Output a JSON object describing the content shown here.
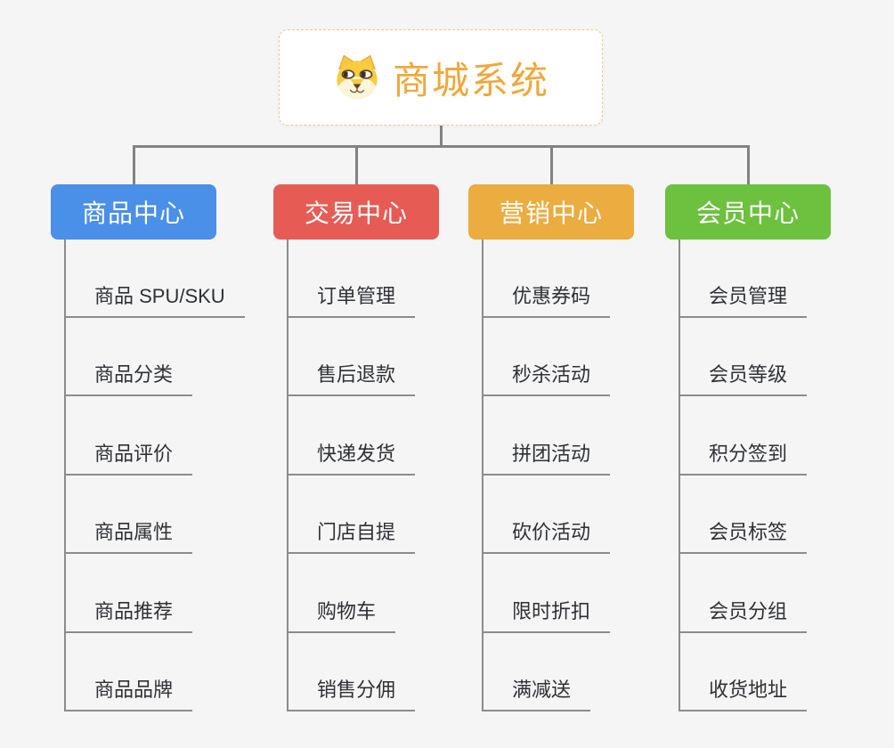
{
  "root": {
    "title": "商城系统",
    "icon": "dog-face-icon",
    "title_color": "#F0A83C",
    "border_color": "#F5C98A"
  },
  "branches": [
    {
      "label": "商品中心",
      "color": "#4A8FE8",
      "children": [
        "商品 SPU/SKU",
        "商品分类",
        "商品评价",
        "商品属性",
        "商品推荐",
        "商品品牌"
      ]
    },
    {
      "label": "交易中心",
      "color": "#E65C55",
      "children": [
        "订单管理",
        "售后退款",
        "快递发货",
        "门店自提",
        "购物车",
        "销售分佣"
      ]
    },
    {
      "label": "营销中心",
      "color": "#EBAC40",
      "children": [
        "优惠券码",
        "秒杀活动",
        "拼团活动",
        "砍价活动",
        "限时折扣",
        "满减送"
      ]
    },
    {
      "label": "会员中心",
      "color": "#6CC13E",
      "children": [
        "会员管理",
        "会员等级",
        "积分签到",
        "会员标签",
        "会员分组",
        "收货地址"
      ]
    }
  ],
  "colors": {
    "background": "#F5F5F6",
    "connector": "#828282",
    "sub_line": "#8C8C8C",
    "sub_text": "#2E3135",
    "branch_text": "#FFFFFF"
  }
}
